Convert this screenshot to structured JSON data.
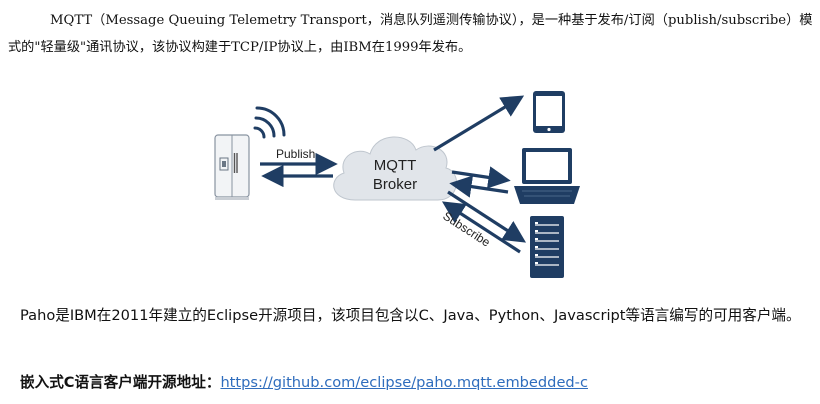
{
  "intro_text": "MQTT（Message Queuing Telemetry Transport，消息队列遥测传输协议），是一种基于发布/订阅（publish/subscribe）模式的\"轻量级\"通讯协议，该协议构建于TCP/IP协议上，由IBM在1999年发布。",
  "diagram": {
    "publish_label": "Publish",
    "broker_line1": "MQTT",
    "broker_line2": "Broker",
    "subscribe_label": "Subscribe",
    "colors": {
      "arrow": "#1f3d63",
      "cloud": "#dfe3e8",
      "device": "#1f3d63"
    }
  },
  "paho_text": "Paho是IBM在2011年建立的Eclipse开源项目，该项目包含以C、Java、Python、Javascript等语言编写的可用客户端。",
  "source_label": "嵌入式C语言客户端开源地址：",
  "source_url": "https://github.com/eclipse/paho.mqtt.embedded-c"
}
